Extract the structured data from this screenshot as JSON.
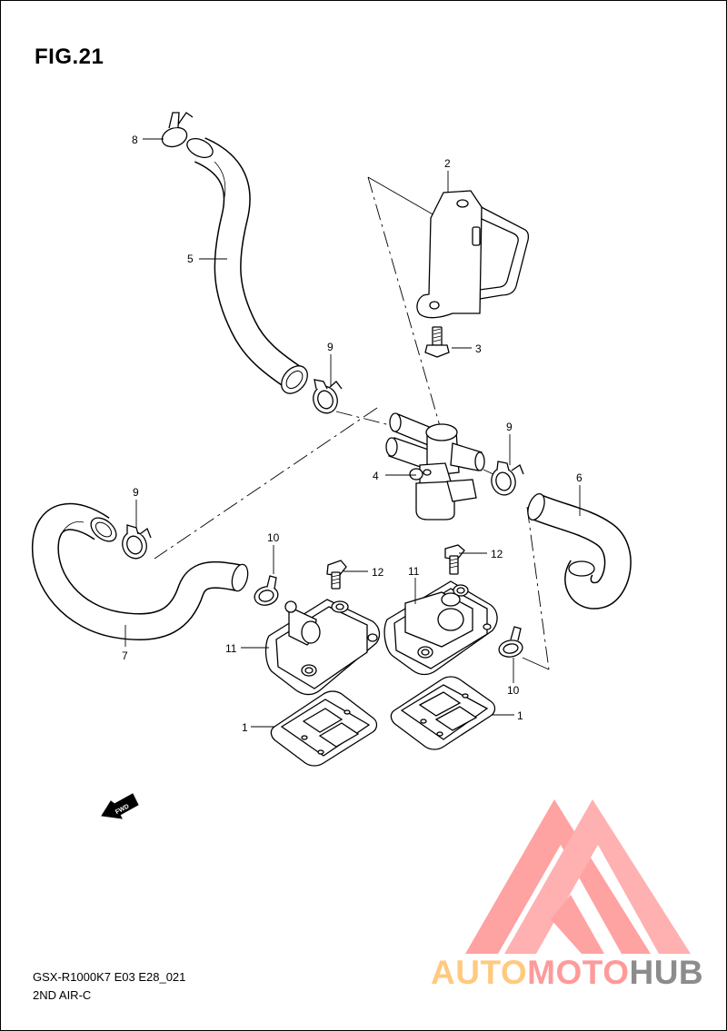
{
  "figure": {
    "title": "FIG.21"
  },
  "footer": {
    "model": "GSX-R1000K7 E03 E28_021",
    "section": "2ND AIR-C"
  },
  "callouts": {
    "c1a": "1",
    "c1b": "1",
    "c2": "2",
    "c3": "3",
    "c4": "4",
    "c5": "5",
    "c6": "6",
    "c7": "7",
    "c8": "8",
    "c9a": "9",
    "c9b": "9",
    "c9c": "9",
    "c10a": "10",
    "c10b": "10",
    "c11a": "11",
    "c11b": "11",
    "c12a": "12",
    "c12b": "12"
  },
  "fwd_label": "FWD",
  "watermark": {
    "part1": "AUTO",
    "part2": "MOTO",
    "part3": "HUB"
  },
  "colors": {
    "line": "#000000",
    "watermark_red": "#ff6e6e",
    "watermark_orange": "#ffca80",
    "watermark_gray": "#8c8c8c"
  }
}
